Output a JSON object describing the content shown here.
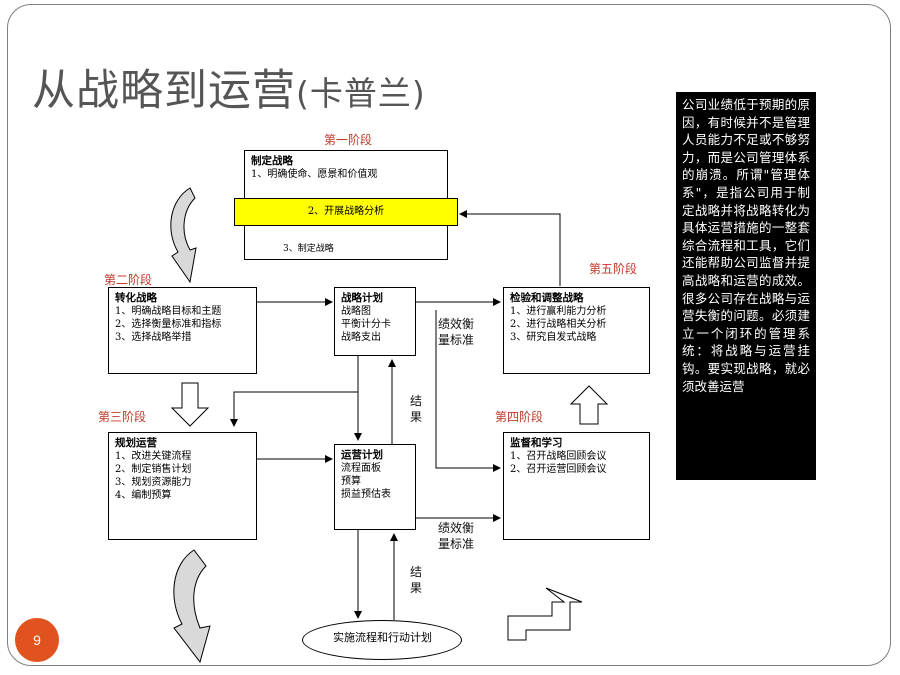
{
  "title": {
    "main": "从战略到运营",
    "sub": "(卡普兰)"
  },
  "stages": {
    "s1": "第一阶段",
    "s2": "第二阶段",
    "s3": "第三阶段",
    "s4": "第四阶段",
    "s5": "第五阶段"
  },
  "boxes": {
    "formulate": {
      "title": "制定战略",
      "l1": "1、明确使命、愿景和价值观",
      "l2": "2、开展战略分析",
      "l3": "3、制定战略"
    },
    "translate": {
      "title": "转化战略",
      "l1": "1、明确战略目标和主题",
      "l2": "2、选择衡量标准和指标",
      "l3": "3、选择战略举措"
    },
    "strategic_plan": {
      "title": "战略计划",
      "l1": "战略图",
      "l2": "平衡计分卡",
      "l3": "战略支出"
    },
    "test_adapt": {
      "title": "检验和调整战略",
      "l1": "1、进行赢利能力分析",
      "l2": "2、进行战略相关分析",
      "l3": "3、研究自发式战略"
    },
    "plan_ops": {
      "title": "规划运营",
      "l1": "1、改进关键流程",
      "l2": "2、制定销售计划",
      "l3": "3、规划资源能力",
      "l4": "4、编制预算"
    },
    "ops_plan": {
      "title": "运营计划",
      "l1": "流程面板",
      "l2": "预算",
      "l3": "损益预估表"
    },
    "monitor": {
      "title": "监督和学习",
      "l1": "1、召开战略回顾会议",
      "l2": "2、召开运营回顾会议"
    }
  },
  "edge_labels": {
    "perf1_a": "绩效衡",
    "perf1_b": "量标准",
    "perf2_a": "绩效衡",
    "perf2_b": "量标准",
    "result1_a": "结",
    "result1_b": "果",
    "result2_a": "结",
    "result2_b": "果"
  },
  "ellipse": "实施流程和行动计划",
  "note": "公司业绩低于预期的原因，有时候并不是管理人员能力不足或不够努力，而是公司管理体系的崩溃。所谓\"管理体系\"，是指公司用于制定战略并将战略转化为具体运营措施的一整套综合流程和工具，它们还能帮助公司监督并提高战略和运营的成效。很多公司存在战略与运营失衡的问题。必须建立一个闭环的管理系统：将战略与运营挂钩。要实现战略，就必须改善运营",
  "page_number": "9",
  "colors": {
    "stage": "#c0392b",
    "highlight": "#ffff00",
    "page_badge": "#e0521e",
    "note_bg": "#000000"
  }
}
